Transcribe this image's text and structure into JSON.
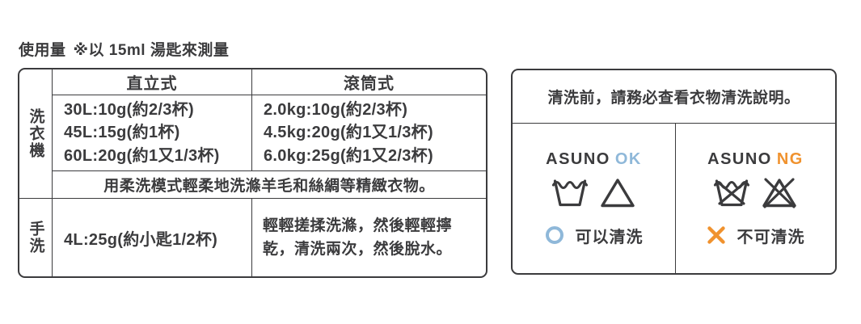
{
  "title": {
    "main": "使用量",
    "note": "※以 15ml 湯匙來測量"
  },
  "usage_table": {
    "machine_label": "洗衣機",
    "hand_label": "手洗",
    "columns": {
      "top_load": "直立式",
      "drum": "滾筒式"
    },
    "top_load_doses": [
      "30L:10g(約2/3杯)",
      "45L:15g(約1杯)",
      "60L:20g(約1又1/3杯)"
    ],
    "drum_doses": [
      "2.0kg:10g(約2/3杯)",
      "4.5kg:20g(約1又1/3杯)",
      "6.0kg:25g(約1又2/3杯)"
    ],
    "gentle_note": "用柔洗模式輕柔地洗滌羊毛和絲綢等精緻衣物。",
    "hand_dose": "4L:25g(約小匙1/2杯)",
    "hand_instructions_lines": [
      "輕輕搓揉洗滌，然後輕輕擰",
      "乾，清洗兩次，然後脫水。"
    ]
  },
  "care_panel": {
    "notice": "清洗前，請務必查看衣物清洗說明。",
    "ok": {
      "brand": "ASUNO",
      "status": "OK",
      "icons": [
        "wash-tub-icon",
        "bleach-triangle-icon"
      ],
      "marker": "circle",
      "label": "可以清洗"
    },
    "ng": {
      "brand": "ASUNO",
      "status": "NG",
      "icons": [
        "do-not-wash-tub-icon",
        "do-not-bleach-triangle-icon"
      ],
      "marker": "cross",
      "label": "不可清洗"
    },
    "colors": {
      "ok_accent": "#8fb8d9",
      "ng_accent": "#f0922e",
      "ink": "#3b3b3d"
    }
  }
}
